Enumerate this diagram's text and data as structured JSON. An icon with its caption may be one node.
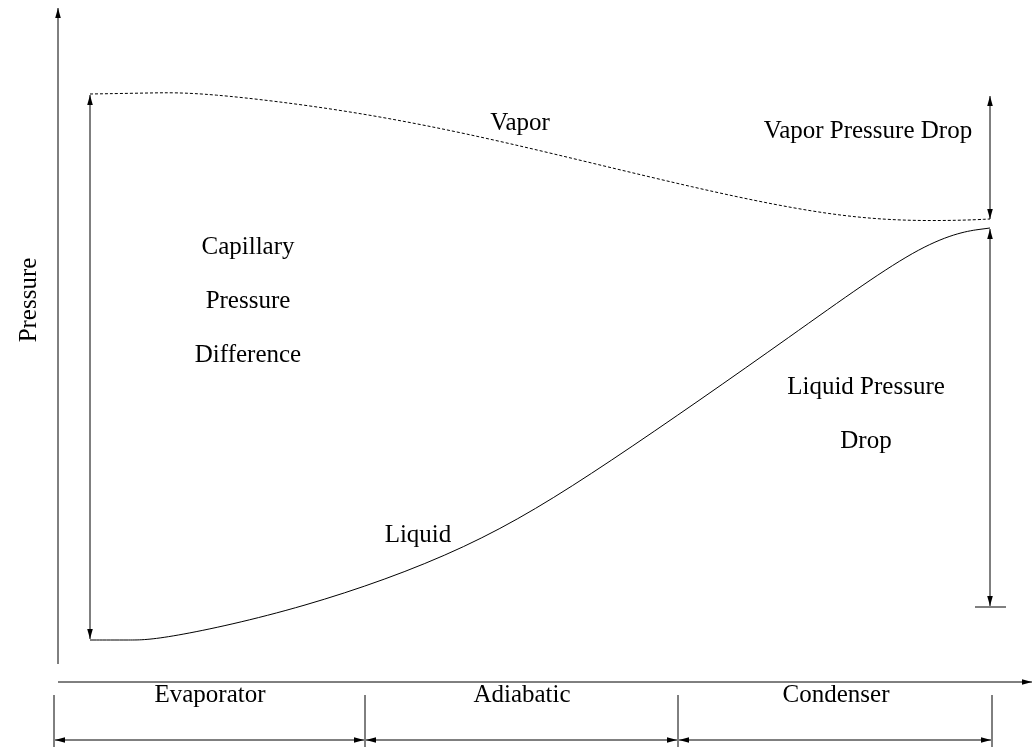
{
  "diagram": {
    "labels": [
      "Pressure",
      "Vapor",
      "Vapor Pressure Drop",
      "Capillary Pressure Difference",
      "Liquid Pressure Drop",
      "Liquid",
      "Evaporator",
      "Adiabatic",
      "Condenser"
    ]
  }
}
